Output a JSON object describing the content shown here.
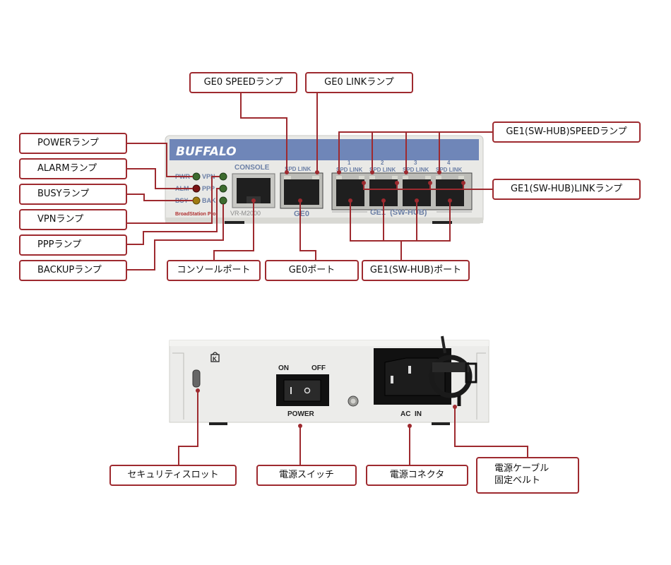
{
  "front": {
    "brand": "BUFFALO",
    "model": "VR-M2000",
    "sub_brand": "BroadStation Pro",
    "leds": {
      "pwr": "PWR",
      "alm": "ALM",
      "bsy": "BSY",
      "vpn": "VPN",
      "ppp": "PPP",
      "bak": "BAK"
    },
    "console_label": "CONSOLE",
    "ge0_label": "GE0",
    "ge1_label": "GE1  (SW-HUB)",
    "spd_link": "SPD  LINK",
    "port_numbers": [
      "1",
      "2",
      "3",
      "4"
    ],
    "led_colors": {
      "power": "#3d6b2e",
      "alarm": "#7a1414",
      "busy": "#a07a10",
      "vpn": "#3d6b2e",
      "ppp": "#3d6b2e",
      "backup": "#3d6b2e"
    }
  },
  "rear": {
    "on": "ON",
    "off": "OFF",
    "power": "POWER",
    "ac_in": "AC  IN",
    "kensington": "K"
  },
  "labels": {
    "ge0_speed": "GE0 SPEEDランプ",
    "ge0_link": "GE0 LINKランプ",
    "ge1_speed": "GE1(SW-HUB)SPEEDランプ",
    "ge1_link": "GE1(SW-HUB)LINKランプ",
    "power_lamp": "POWERランプ",
    "alarm_lamp": "ALARMランプ",
    "busy_lamp": "BUSYランプ",
    "vpn_lamp": "VPNランプ",
    "ppp_lamp": "PPPランプ",
    "backup_lamp": "BACKUPランプ",
    "console_port": "コンソールポート",
    "ge0_port": "GE0ポート",
    "ge1_port": "GE1(SW-HUB)ポート",
    "security_slot": "セキュリティスロット",
    "power_switch": "電源スイッチ",
    "power_connector": "電源コネクタ",
    "cable_belt_line1": "電源ケーブル",
    "cable_belt_line2": "固定ベルト"
  },
  "colors": {
    "accent": "#9e2a2f",
    "brand_bar": "#6f86b8",
    "chassis": "#e9e9e6"
  }
}
